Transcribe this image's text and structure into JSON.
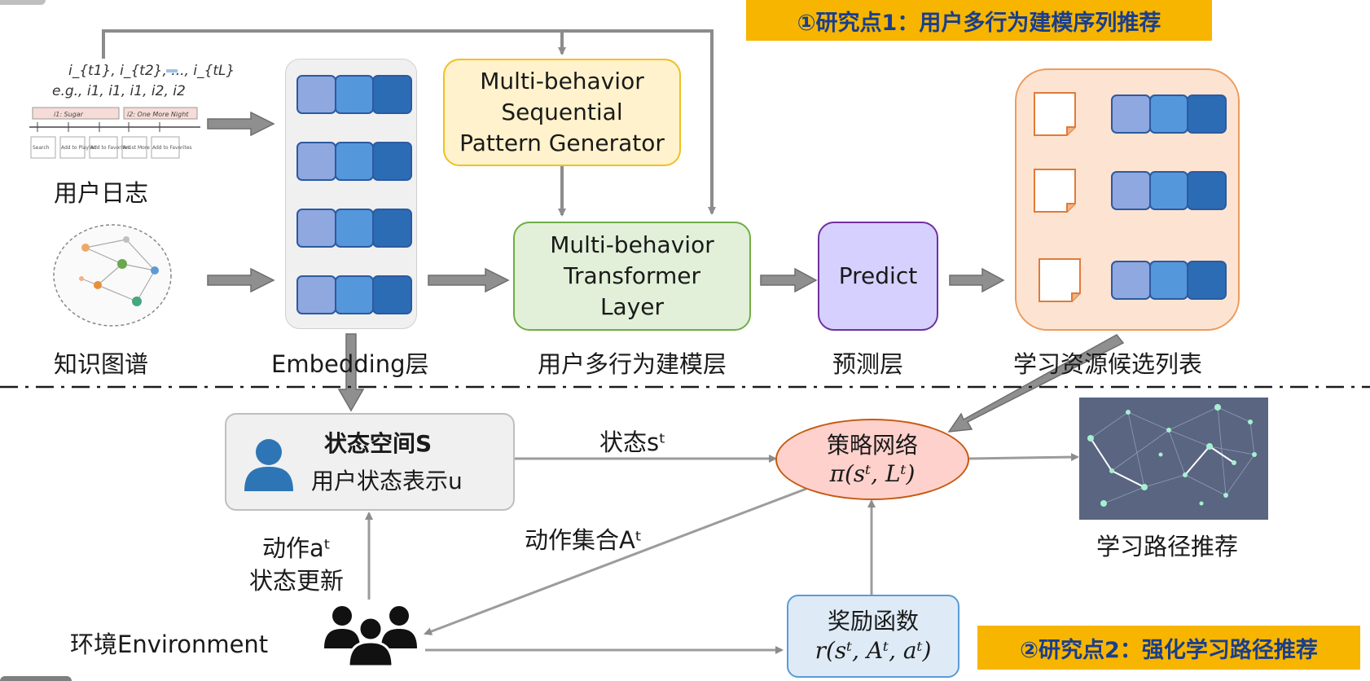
{
  "banners": {
    "research1": "①研究点1：用户多行为建模序列推荐",
    "research2": "②研究点2：强化学习路径推荐"
  },
  "log_thumbnail": {
    "sequence": "i_{t1}, i_{t2}, ..., i_{tL}",
    "example": "e.g., i1, i1, i1, i2, i2",
    "item1": "i1: Sugar",
    "item2": "i2: One More Night",
    "actions": [
      "Search",
      "Add to Playlist",
      "Add to Favorites",
      "Artist More",
      "Add to Favorites"
    ]
  },
  "labels": {
    "user_log": "用户日志",
    "knowledge_graph": "知识图谱",
    "embedding_layer": "Embedding层",
    "modeling_layer": "用户多行为建模层",
    "predict_layer": "预测层",
    "candidate_list": "学习资源候选列表",
    "path_rec": "学习路径推荐",
    "environment": "环境Environment"
  },
  "boxes": {
    "generator": [
      "Multi-behavior",
      "Sequential",
      "Pattern Generator"
    ],
    "transformer": [
      "Multi-behavior",
      "Transformer",
      "Layer"
    ],
    "predict": "Predict",
    "state_title": "状态空间S",
    "state_sub": "用户状态表示u",
    "policy_title": "策略网络",
    "policy_formula": "π(sᵗ, Lᵗ)",
    "reward_title": "奖励函数",
    "reward_formula": "r(sᵗ, Aᵗ, aᵗ)"
  },
  "edges": {
    "state": "状态sᵗ",
    "action_set": "动作集合Aᵗ",
    "action": "动作aᵗ",
    "state_update": "状态更新"
  },
  "colors": {
    "banner_bg": "#f7b500",
    "banner_text": "#1a3e8c",
    "generator_bg": "#fff2cc",
    "transformer_bg": "#e2f0d9",
    "predict_bg": "#d6d0ff",
    "candidate_bg": "#fde4d2",
    "policy_bg": "#ffd1cc",
    "reward_bg": "#deebf7",
    "user_icon": "#2e75b6"
  }
}
